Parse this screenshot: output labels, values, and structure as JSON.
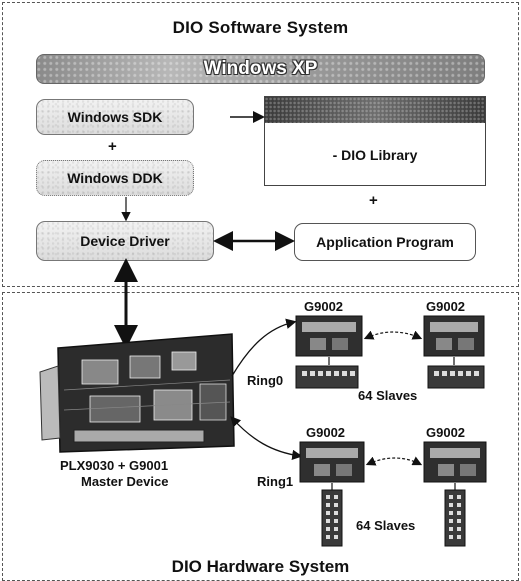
{
  "software": {
    "title": "DIO Software System",
    "os": "Windows XP",
    "sdk": "Windows SDK",
    "plus_sdk_ddk": "+",
    "ddk": "Windows DDK",
    "library": "- DIO Library",
    "plus_library_app": "+",
    "driver": "Device Driver",
    "application": "Application Program"
  },
  "hardware": {
    "title": "DIO Hardware System",
    "master_line1": "PLX9030 + G9001",
    "master_line2": "Master Device",
    "ring0": "Ring0",
    "ring1": "Ring1",
    "ring0_modules": [
      "G9002",
      "G9002"
    ],
    "ring1_modules": [
      "G9002",
      "G9002"
    ],
    "ring0_slaves": "64 Slaves",
    "ring1_slaves": "64 Slaves"
  }
}
